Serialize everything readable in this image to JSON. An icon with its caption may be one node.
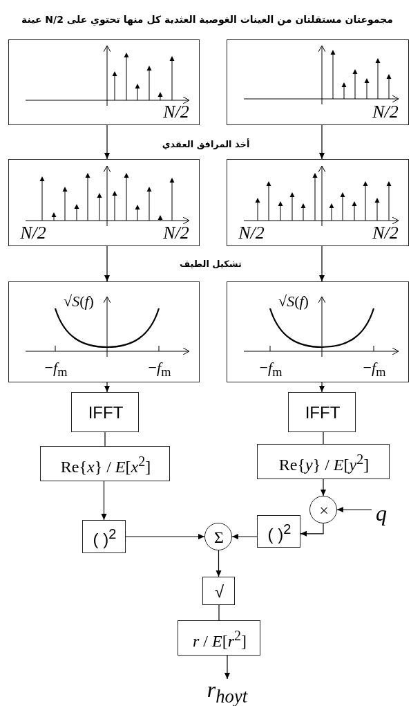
{
  "diagram": {
    "title": "مجموعتان مستقلتان من العينات الغوصية العثدية كل منها تحتوي على N/2 عينة",
    "nodes": [
      {
        "text": [
          "N/2"
        ]
      },
      {
        "text": [
          "N/2"
        ]
      },
      {
        "text": [
          "N/2",
          "N/2"
        ]
      },
      {
        "text": [
          "N/2",
          "N/2"
        ]
      },
      {
        "text": [
          "√*S*(*f*)",
          "−*f*$_{m}$",
          "−*f*$_{m}$"
        ]
      },
      {
        "text": [
          "√*S*(*f*)",
          "−*f*$_{m}$",
          "−*f*$_{m}$"
        ]
      },
      {
        "text": [
          "IFFT"
        ]
      },
      {
        "text": [
          "IFFT"
        ]
      },
      {
        "text": [
          "Re{*x*} / *E*[*x*$^{2}$]"
        ]
      },
      {
        "text": [
          "Re{*y*} / *E*[*y*$^{2}$]"
        ]
      },
      {
        "text": [
          "( )$^{2}$"
        ]
      },
      {
        "text": [
          "×"
        ]
      },
      {
        "text": [
          "q"
        ]
      },
      {
        "text": [
          "( )$^{2}$"
        ]
      },
      {
        "text": [
          "Σ"
        ]
      },
      {
        "text": [
          "√"
        ]
      },
      {
        "text": [
          "*r* / *E*[*r*$^{2}$]"
        ]
      },
      {
        "text": [
          "r$_{hoyt}$"
        ]
      }
    ],
    "edges": [
      {
        "from": 0,
        "to": 2,
        "arrow": "to"
      },
      {
        "from": 1,
        "to": 3,
        "arrow": "to"
      },
      {
        "from": 2,
        "to": 4,
        "arrow": "to"
      },
      {
        "from": 3,
        "to": 5,
        "arrow": "to"
      },
      {
        "from": 4,
        "to": 6,
        "arrow": "to"
      },
      {
        "from": 5,
        "to": 7,
        "arrow": "to"
      },
      {
        "from": 6,
        "to": 8,
        "arrow": "none"
      },
      {
        "from": 7,
        "to": 9,
        "arrow": "none"
      },
      {
        "from": 8,
        "to": 10,
        "arrow": "to"
      },
      {
        "from": 9,
        "to": 11,
        "arrow": "to"
      },
      {
        "from": 12,
        "to": 11,
        "arrow": "to"
      },
      {
        "from": 11,
        "to": 13,
        "arrow": "to"
      },
      {
        "from": 10,
        "to": 14,
        "arrow": "to"
      },
      {
        "from": 13,
        "to": 14,
        "arrow": "to"
      },
      {
        "from": 14,
        "to": 15,
        "arrow": "to"
      },
      {
        "from": 15,
        "to": 16,
        "arrow": "none"
      },
      {
        "from": 16,
        "to": 17,
        "arrow": "to"
      }
    ],
    "labels": [
      "أخذ المرافق العقدي",
      "تشكيل الطيف"
    ]
  }
}
